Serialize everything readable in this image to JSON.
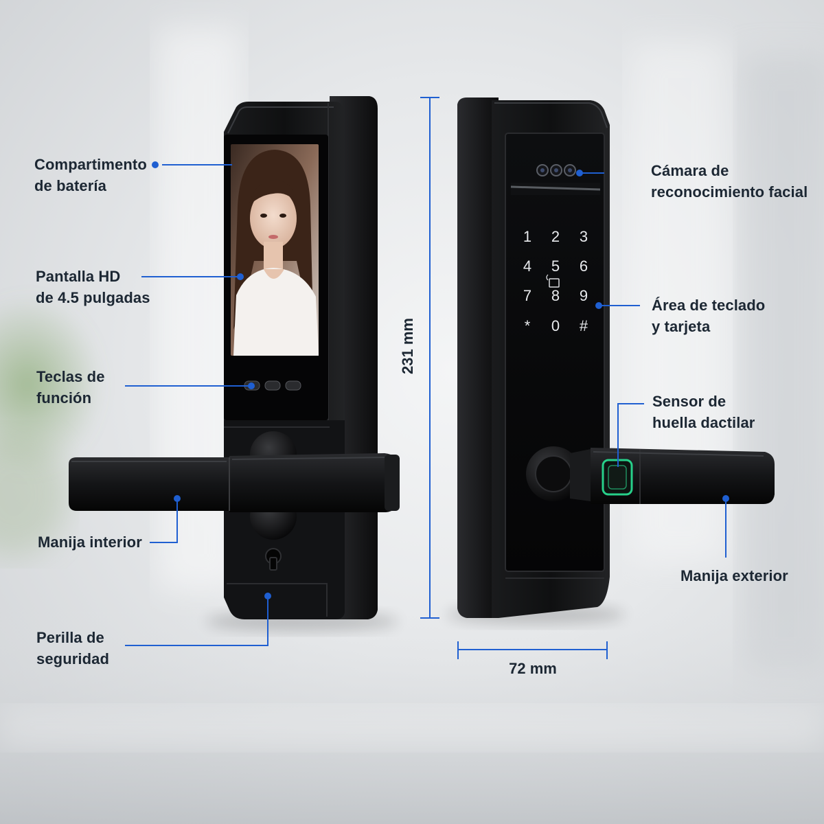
{
  "labels": {
    "battery": "Compartimento\nde batería",
    "screen": "Pantalla HD\nde 4.5 pulgadas",
    "function_keys": "Teclas de\nfunción",
    "inner_handle": "Manija interior",
    "safety_knob": "Perilla de\nseguridad",
    "camera": "Cámara de\nreconocimiento facial",
    "keypad": "Área de teclado\ny tarjeta",
    "fingerprint": "Sensor de\nhuella dactilar",
    "outer_handle": "Manija exterior"
  },
  "dimensions": {
    "height": "231 mm",
    "width": "72 mm"
  },
  "keypad_keys": [
    "1",
    "2",
    "3",
    "4",
    "5",
    "6",
    "7",
    "8",
    "9",
    "*",
    "0",
    "#"
  ],
  "colors": {
    "accent": "#1f5fd1",
    "label_text": "#1c2733",
    "lock_body": "#141517",
    "fingerprint_glow": "#27d08a"
  }
}
